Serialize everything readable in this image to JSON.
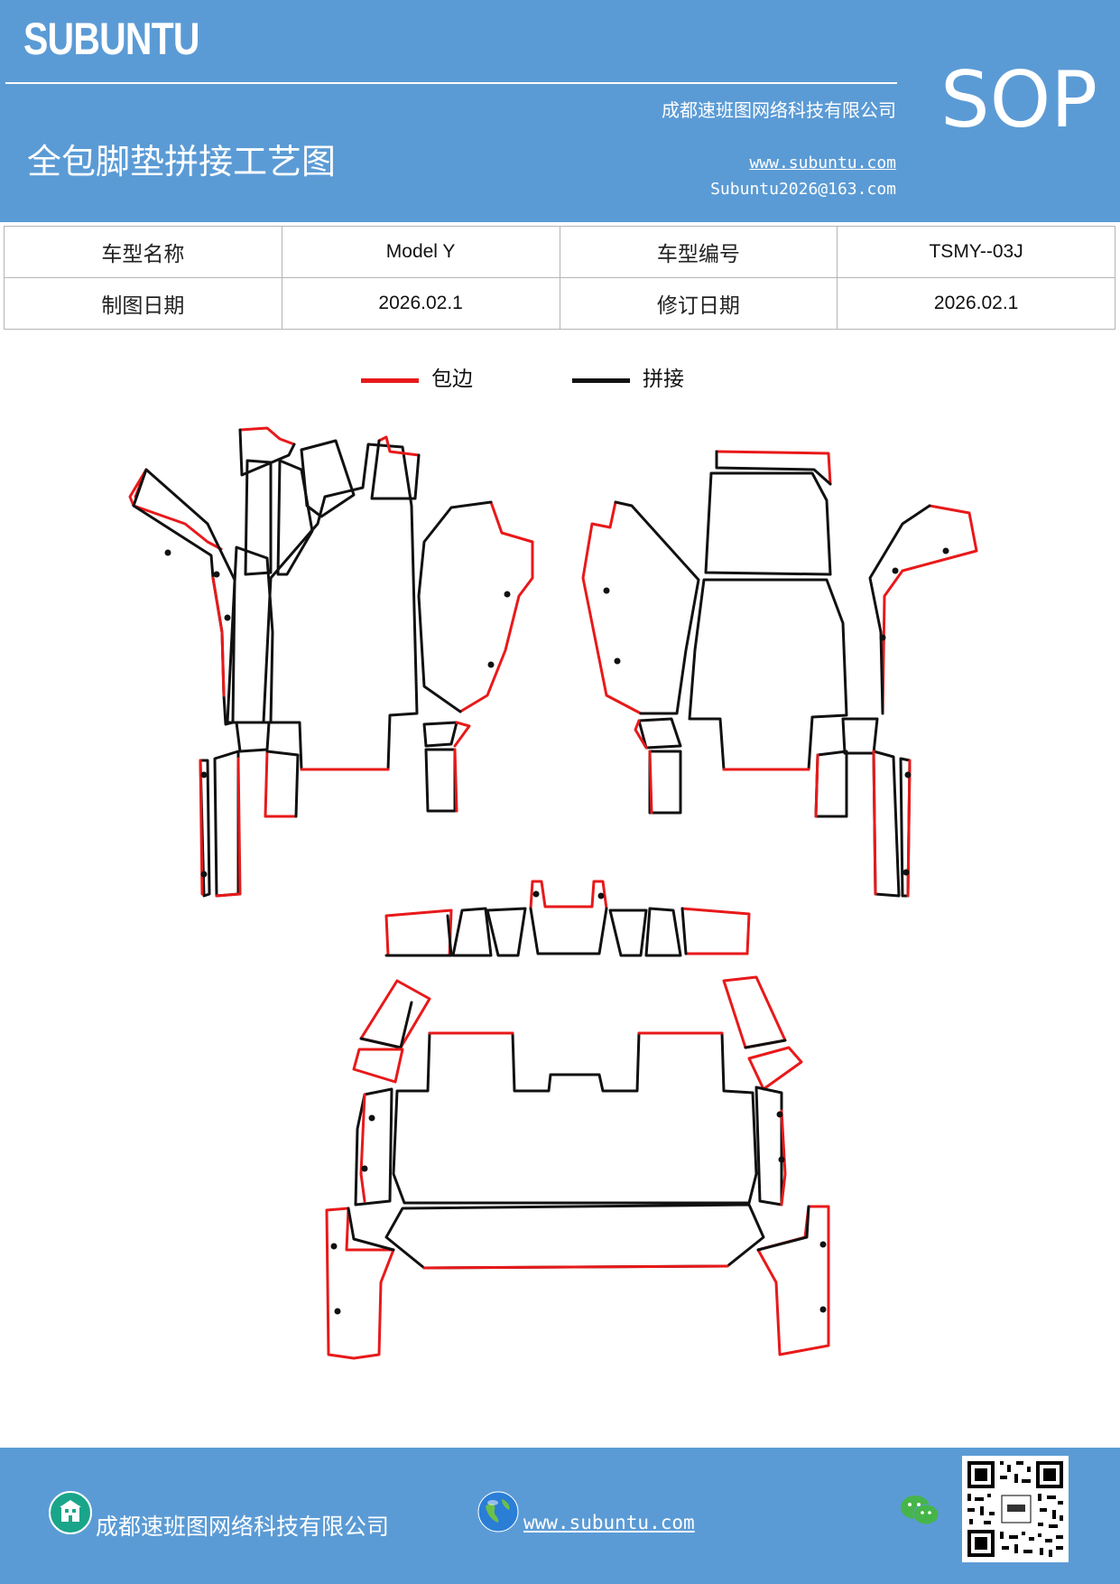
{
  "header": {
    "logo": "SUBUNTU",
    "company": "成都速班图网络科技有限公司",
    "website": "www.subuntu.com",
    "email": "Subuntu2026@163.com",
    "badge": "SOP",
    "title": "全包脚垫拼接工艺图"
  },
  "info": {
    "model_name_label": "车型名称",
    "model_name": "Model Y",
    "model_code_label": "车型编号",
    "model_code": "TSMY--03J",
    "draw_date_label": "制图日期",
    "draw_date": "2026.02.1",
    "revise_date_label": "修订日期",
    "revise_date": "2026.02.1"
  },
  "legend": {
    "edge_label": "包边",
    "edge_color": "#e8191a",
    "splice_label": "拼接",
    "splice_color": "#111111"
  },
  "footer": {
    "company": "成都速班图网络科技有限公司",
    "website": "www.subuntu.com",
    "icons": [
      "building-icon",
      "globe-icon",
      "wechat-icon",
      "qr-code"
    ]
  },
  "colors": {
    "header_bg": "#5b9bd5",
    "text_on_header": "#ffffff"
  }
}
